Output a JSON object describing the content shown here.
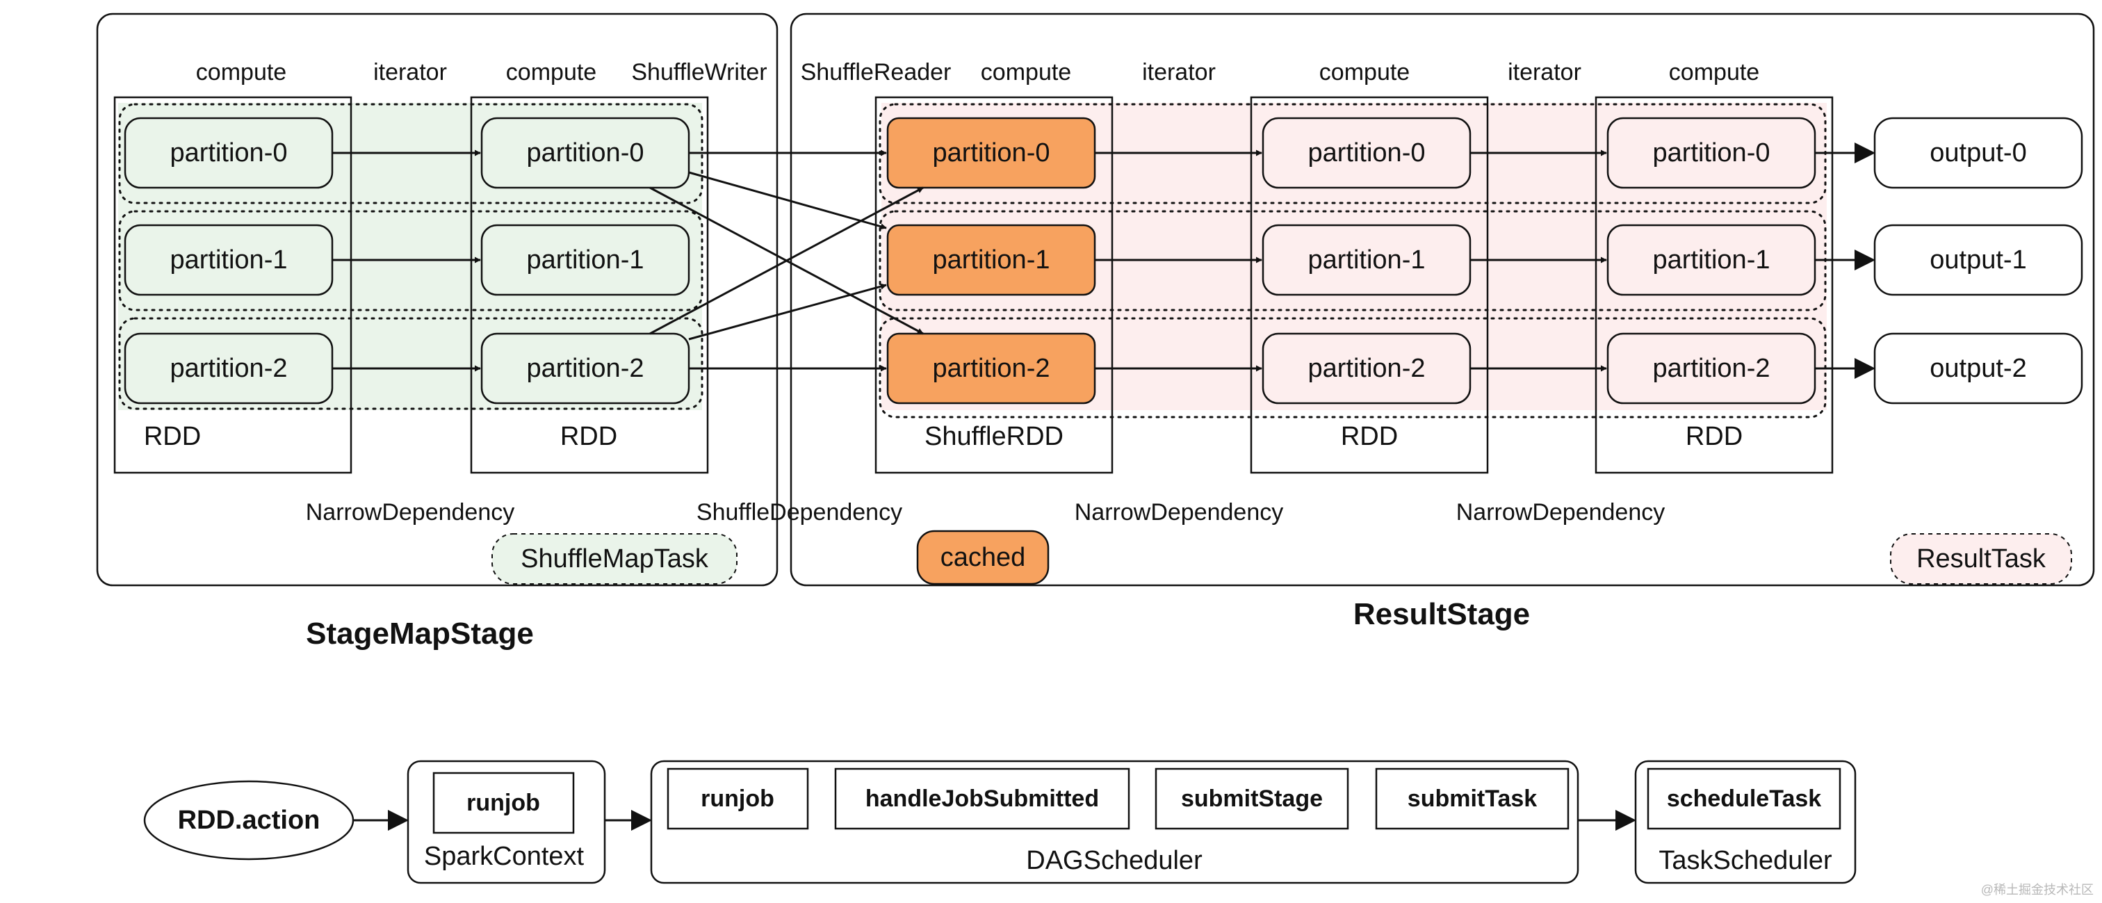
{
  "colors": {
    "map_stage_fill": "#eaf4ea",
    "result_stage_fill": "#fdeeee",
    "cached_fill": "#f7a25f",
    "stroke": "#111111"
  },
  "stages": {
    "map": {
      "title": "StageMapStage",
      "rdd1_label": "RDD",
      "rdd2_label": "RDD",
      "rdd1_partitions": [
        "partition-0",
        "partition-1",
        "partition-2"
      ],
      "rdd2_partitions": [
        "partition-0",
        "partition-1",
        "partition-2"
      ],
      "task": "ShuffleMapTask"
    },
    "result": {
      "title": "ResultStage",
      "shuffle_rdd_label": "ShuffleRDD",
      "rdd2_label": "RDD",
      "rdd3_label": "RDD",
      "shuffle_partitions": [
        "partition-0",
        "partition-1",
        "partition-2"
      ],
      "rdd2_partitions": [
        "partition-0",
        "partition-1",
        "partition-2"
      ],
      "rdd3_partitions": [
        "partition-0",
        "partition-1",
        "partition-2"
      ],
      "outputs": [
        "output-0",
        "output-1",
        "output-2"
      ],
      "cached": "cached",
      "task": "ResultTask"
    }
  },
  "top_labels": {
    "compute1": "compute",
    "iterator1": "iterator",
    "compute2": "compute",
    "shuffle_writer": "ShuffleWriter",
    "shuffle_reader": "ShuffleReader",
    "compute3": "compute",
    "iterator2": "iterator",
    "compute4": "compute",
    "iterator3": "iterator",
    "compute5": "compute"
  },
  "dependencies": {
    "narrow1": "NarrowDependency",
    "shuffle": "ShuffleDependency",
    "narrow2": "NarrowDependency",
    "narrow3": "NarrowDependency"
  },
  "flow": {
    "rdd_action": "RDD.action",
    "spark_context": {
      "method": "runjob",
      "name": "SparkContext"
    },
    "dag_scheduler": {
      "methods": [
        "runjob",
        "handleJobSubmitted",
        "submitStage",
        "submitTask"
      ],
      "name": "DAGScheduler"
    },
    "task_scheduler": {
      "method": "scheduleTask",
      "name": "TaskScheduler"
    }
  },
  "watermark": "@稀土掘金技术社区"
}
